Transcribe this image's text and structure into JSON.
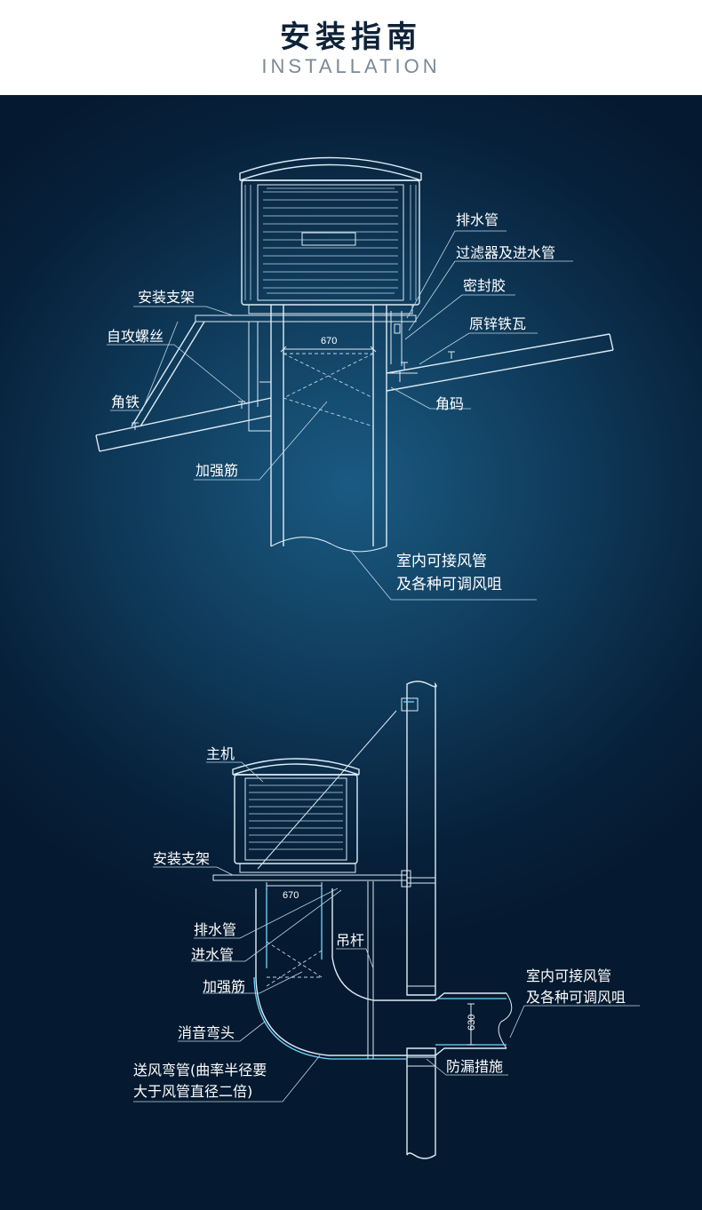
{
  "header": {
    "title": "安装指南",
    "subtitle": "INSTALLATION"
  },
  "diagram1": {
    "labels": {
      "drain_pipe": "排水管",
      "filter_inlet": "过滤器及进水管",
      "sealant": "密封胶",
      "bracket": "安装支架",
      "screw": "自攻螺丝",
      "roof_tile": "原锌铁瓦",
      "angle_iron": "角铁",
      "corner_code": "角码",
      "rib": "加强筋",
      "duct_line1": "室内可接风管",
      "duct_line2": "及各种可调风咀"
    },
    "dimension": "670"
  },
  "diagram2": {
    "labels": {
      "host": "主机",
      "bracket": "安装支架",
      "drain_pipe": "排水管",
      "inlet_pipe": "进水管",
      "rib": "加强筋",
      "elbow": "消音弯头",
      "bend_line1": "送风弯管(曲率半径要",
      "bend_line2": "大于风管直径二倍)",
      "hanger": "吊杆",
      "duct_line1": "室内可接风管",
      "duct_line2": "及各种可调风咀",
      "leak": "防漏措施"
    },
    "dimension_h": "670",
    "dimension_v": "630"
  }
}
